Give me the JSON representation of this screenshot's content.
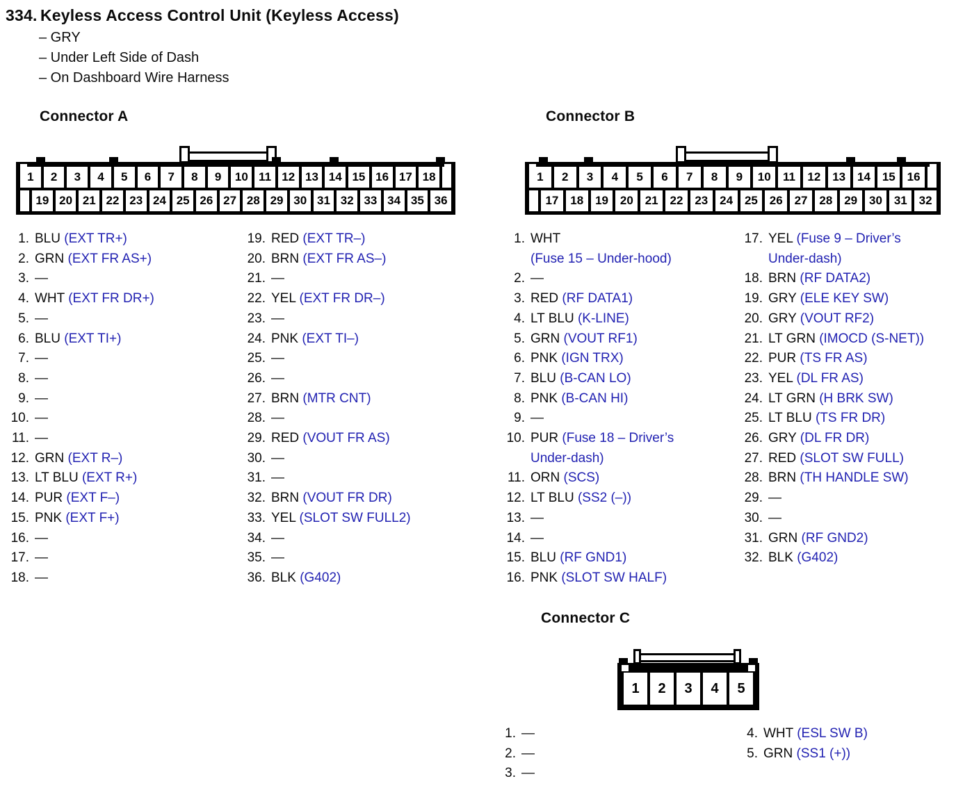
{
  "header": {
    "number": "334.",
    "title": "Keyless Access Control Unit (Keyless Access)",
    "details": [
      "– GRY",
      "– Under Left Side of Dash",
      "– On Dashboard Wire Harness"
    ]
  },
  "colors": {
    "signal_blue": "#2222b2",
    "ink_black": "#0b0b0b"
  },
  "connector_a": {
    "title": "Connector A",
    "pin_row_top": [
      "1",
      "2",
      "3",
      "4",
      "5",
      "6",
      "7",
      "8",
      "9",
      "10",
      "11",
      "12",
      "13",
      "14",
      "15",
      "16",
      "17",
      "18"
    ],
    "pin_row_bottom": [
      "19",
      "20",
      "21",
      "22",
      "23",
      "24",
      "25",
      "26",
      "27",
      "28",
      "29",
      "30",
      "31",
      "32",
      "33",
      "34",
      "35",
      "36"
    ],
    "pins_left": [
      {
        "num": "1.",
        "wire": "BLU",
        "signal": "(EXT TR+)"
      },
      {
        "num": "2.",
        "wire": "GRN",
        "signal": "(EXT FR AS+)"
      },
      {
        "num": "3.",
        "wire": "—"
      },
      {
        "num": "4.",
        "wire": "WHT",
        "signal": "(EXT FR DR+)"
      },
      {
        "num": "5.",
        "wire": "—"
      },
      {
        "num": "6.",
        "wire": "BLU",
        "signal": "(EXT TI+)"
      },
      {
        "num": "7.",
        "wire": "—"
      },
      {
        "num": "8.",
        "wire": "—"
      },
      {
        "num": "9.",
        "wire": "—"
      },
      {
        "num": "10.",
        "wire": "—"
      },
      {
        "num": "11.",
        "wire": "—"
      },
      {
        "num": "12.",
        "wire": "GRN",
        "signal": "(EXT R–)"
      },
      {
        "num": "13.",
        "wire": "LT BLU",
        "signal": "(EXT R+)"
      },
      {
        "num": "14.",
        "wire": "PUR",
        "signal": "(EXT F–)"
      },
      {
        "num": "15.",
        "wire": "PNK",
        "signal": "(EXT F+)"
      },
      {
        "num": "16.",
        "wire": "—"
      },
      {
        "num": "17.",
        "wire": "—"
      },
      {
        "num": "18.",
        "wire": "—"
      }
    ],
    "pins_right": [
      {
        "num": "19.",
        "wire": "RED",
        "signal": "(EXT TR–)"
      },
      {
        "num": "20.",
        "wire": "BRN",
        "signal": "(EXT FR AS–)"
      },
      {
        "num": "21.",
        "wire": "—"
      },
      {
        "num": "22.",
        "wire": "YEL",
        "signal": "(EXT FR DR–)"
      },
      {
        "num": "23.",
        "wire": "—"
      },
      {
        "num": "24.",
        "wire": "PNK",
        "signal": "(EXT TI–)"
      },
      {
        "num": "25.",
        "wire": "—"
      },
      {
        "num": "26.",
        "wire": "—"
      },
      {
        "num": "27.",
        "wire": "BRN",
        "signal": "(MTR CNT)"
      },
      {
        "num": "28.",
        "wire": "—"
      },
      {
        "num": "29.",
        "wire": "RED",
        "signal": "(VOUT FR AS)"
      },
      {
        "num": "30.",
        "wire": "—"
      },
      {
        "num": "31.",
        "wire": "—"
      },
      {
        "num": "32.",
        "wire": "BRN",
        "signal": "(VOUT FR DR)"
      },
      {
        "num": "33.",
        "wire": "YEL",
        "signal": "(SLOT SW FULL2)"
      },
      {
        "num": "34.",
        "wire": "—"
      },
      {
        "num": "35.",
        "wire": "—"
      },
      {
        "num": "36.",
        "wire": "BLK",
        "signal": "(G402)"
      }
    ]
  },
  "connector_b": {
    "title": "Connector B",
    "pin_row_top": [
      "1",
      "2",
      "3",
      "4",
      "5",
      "6",
      "7",
      "8",
      "9",
      "10",
      "11",
      "12",
      "13",
      "14",
      "15",
      "16"
    ],
    "pin_row_bottom": [
      "17",
      "18",
      "19",
      "20",
      "21",
      "22",
      "23",
      "24",
      "25",
      "26",
      "27",
      "28",
      "29",
      "30",
      "31",
      "32"
    ],
    "pins_left": [
      {
        "num": "1.",
        "wire": "WHT",
        "signal": "",
        "signal2": "(Fuse 15 – Under-hood)"
      },
      {
        "num": "2.",
        "wire": "—"
      },
      {
        "num": "3.",
        "wire": "RED",
        "signal": "(RF DATA1)"
      },
      {
        "num": "4.",
        "wire": "LT BLU",
        "signal": "(K-LINE)"
      },
      {
        "num": "5.",
        "wire": "GRN",
        "signal": "(VOUT RF1)"
      },
      {
        "num": "6.",
        "wire": "PNK",
        "signal": "(IGN TRX)"
      },
      {
        "num": "7.",
        "wire": "BLU",
        "signal": "(B-CAN LO)"
      },
      {
        "num": "8.",
        "wire": "PNK",
        "signal": "(B-CAN HI)"
      },
      {
        "num": "9.",
        "wire": "—"
      },
      {
        "num": "10.",
        "wire": "PUR",
        "signal": "(Fuse 18 – Driver’s",
        "signal2": "Under-dash)"
      },
      {
        "num": "11.",
        "wire": "ORN",
        "signal": "(SCS)"
      },
      {
        "num": "12.",
        "wire": "LT BLU",
        "signal": "(SS2 (–))"
      },
      {
        "num": "13.",
        "wire": "—"
      },
      {
        "num": "14.",
        "wire": "—"
      },
      {
        "num": "15.",
        "wire": "BLU",
        "signal": "(RF GND1)"
      },
      {
        "num": "16.",
        "wire": "PNK",
        "signal": "(SLOT SW HALF)"
      }
    ],
    "pins_right": [
      {
        "num": "17.",
        "wire": "YEL",
        "signal": "(Fuse 9 – Driver’s",
        "signal2": "Under-dash)"
      },
      {
        "num": "18.",
        "wire": "BRN",
        "signal": "(RF DATA2)"
      },
      {
        "num": "19.",
        "wire": "GRY",
        "signal": "(ELE KEY SW)"
      },
      {
        "num": "20.",
        "wire": "GRY",
        "signal": "(VOUT RF2)"
      },
      {
        "num": "21.",
        "wire": "LT GRN",
        "signal": "(IMOCD (S-NET))"
      },
      {
        "num": "22.",
        "wire": "PUR",
        "signal": "(TS FR AS)"
      },
      {
        "num": "23.",
        "wire": "YEL",
        "signal": "(DL FR AS)"
      },
      {
        "num": "24.",
        "wire": "LT GRN",
        "signal": "(H BRK SW)"
      },
      {
        "num": "25.",
        "wire": "LT BLU",
        "signal": "(TS FR DR)"
      },
      {
        "num": "26.",
        "wire": "GRY",
        "signal": "(DL FR DR)"
      },
      {
        "num": "27.",
        "wire": "RED",
        "signal": "(SLOT SW FULL)"
      },
      {
        "num": "28.",
        "wire": "BRN",
        "signal": "(TH HANDLE SW)"
      },
      {
        "num": "29.",
        "wire": "—"
      },
      {
        "num": "30.",
        "wire": "—"
      },
      {
        "num": "31.",
        "wire": "GRN",
        "signal": "(RF GND2)"
      },
      {
        "num": "32.",
        "wire": "BLK",
        "signal": "(G402)"
      }
    ]
  },
  "connector_c": {
    "title": "Connector C",
    "pin_row": [
      "1",
      "2",
      "3",
      "4",
      "5"
    ],
    "pins_left": [
      {
        "num": "1.",
        "wire": "—"
      },
      {
        "num": "2.",
        "wire": "—"
      },
      {
        "num": "3.",
        "wire": "—"
      }
    ],
    "pins_right": [
      {
        "num": "4.",
        "wire": "WHT",
        "signal": "(ESL SW B)"
      },
      {
        "num": "5.",
        "wire": "GRN",
        "signal": "(SS1 (+))"
      }
    ]
  }
}
